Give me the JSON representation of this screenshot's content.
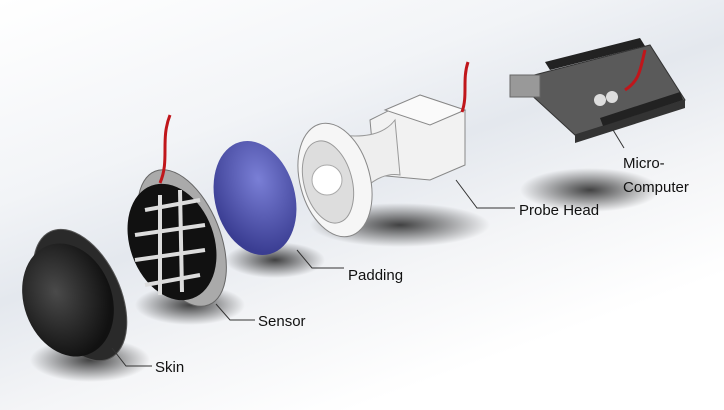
{
  "labels": {
    "skin": "Skin",
    "sensor": "Sensor",
    "padding": "Padding",
    "probe_head": "Probe Head",
    "micro_computer_line1": "Micro-",
    "micro_computer_line2": "Computer"
  },
  "colors": {
    "skin": "#1e1e1e",
    "padding": "#4b4fa8",
    "wire": "#c0161b",
    "probe": "#f4f4f4"
  }
}
